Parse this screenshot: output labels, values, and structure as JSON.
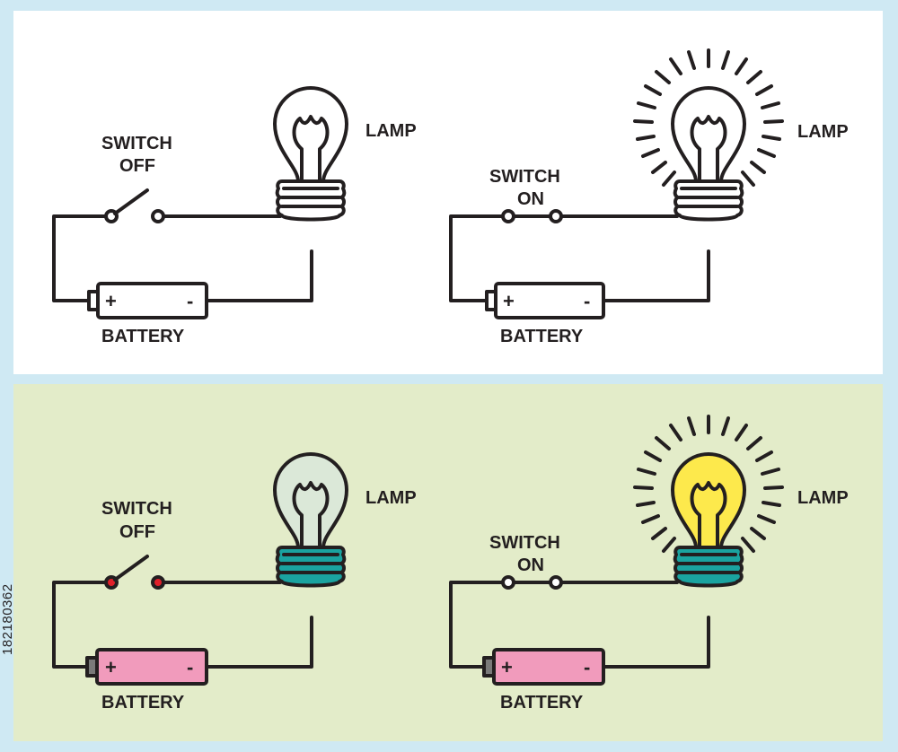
{
  "diagrams": [
    {
      "switch_label_1": "SWITCH",
      "switch_label_2": "OFF",
      "lamp_label": "LAMP",
      "battery_label": "BATTERY",
      "plus": "+",
      "minus": "-"
    },
    {
      "switch_label_1": "SWITCH",
      "switch_label_2": "ON",
      "lamp_label": "LAMP",
      "battery_label": "BATTERY",
      "plus": "+",
      "minus": "-"
    },
    {
      "switch_label_1": "SWITCH",
      "switch_label_2": "OFF",
      "lamp_label": "LAMP",
      "battery_label": "BATTERY",
      "plus": "+",
      "minus": "-"
    },
    {
      "switch_label_1": "SWITCH",
      "switch_label_2": "ON",
      "lamp_label": "LAMP",
      "battery_label": "BATTERY",
      "plus": "+",
      "minus": "-"
    }
  ],
  "stock_id": "182180362",
  "colors": {
    "frame": "#cfe9f3",
    "top_panel": "#ffffff",
    "bottom_panel": "#e3ecc9",
    "line": "#231f20",
    "bulb_off_glass": "#dbe8d8",
    "bulb_on_glass": "#fde94c",
    "bulb_base": "#1aa3a0",
    "battery_fill": "#f19bbc",
    "battery_cap": "#7a7a7a",
    "switch_contact_color": "#e0202a"
  }
}
